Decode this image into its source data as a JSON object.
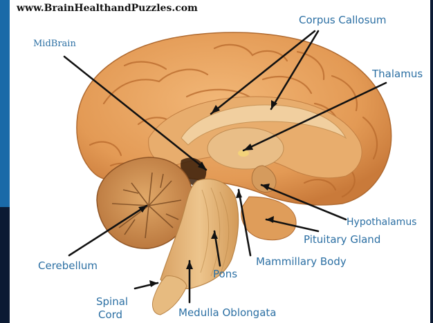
{
  "site_url": "www.BrainHealthandPuzzles.com",
  "labels": {
    "corpus_callosum": "Corpus Callosum",
    "midbrain": "MidBrain",
    "thalamus": "Thalamus",
    "hypothalamus": "Hypothalamus",
    "pituitary_gland": "Pituitary Gland",
    "mammillary_body": "Mammillary Body",
    "cerebellum": "Cerebellum",
    "pons": "Pons",
    "spinal": "Spinal",
    "cord": "Cord",
    "medulla_oblongata": "Medulla Oblongata"
  },
  "colors": {
    "frame": "#1a6aa8",
    "label_text": "#2b6fa3",
    "brain_main": "#e9a45e",
    "brain_shadow": "#c97a3a",
    "stem": "#e2b578",
    "pointer": "#111111"
  }
}
